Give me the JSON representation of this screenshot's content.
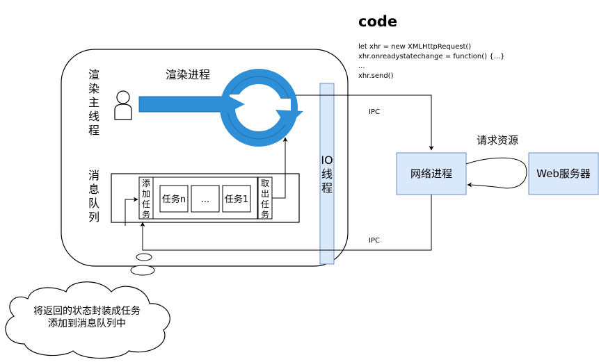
{
  "code": {
    "title": "code",
    "lines": [
      "let xhr = new XMLHttpRequest()",
      "xhr.onreadystatechange = function() {...}",
      "...",
      "xhr.send()"
    ]
  },
  "render_process": {
    "main_thread_label": [
      "渲",
      "染",
      "主",
      "线",
      "程"
    ],
    "render_process_label": "渲染进程",
    "message_queue_label": [
      "消",
      "息",
      "队",
      "列"
    ],
    "add_task_label": [
      "添",
      "加",
      "任",
      "务"
    ],
    "tasks": [
      "任务n",
      "...",
      "任务1"
    ],
    "take_task_label": [
      "取",
      "出",
      "任",
      "务"
    ]
  },
  "io_thread": {
    "label_io": "IO",
    "label_chars": [
      "线",
      "程"
    ]
  },
  "network_process": {
    "label": "网络进程"
  },
  "web_server": {
    "label": "Web服务器"
  },
  "edges": {
    "ipc_top": "IPC",
    "ipc_bottom": "IPC",
    "request_resource": "请求资源"
  },
  "cloud": {
    "lines": [
      "将返回的状态封装成任务",
      "添加到消息队列中"
    ]
  },
  "colors": {
    "blue": "#2f8fd6",
    "blue_light": "#dae8fc",
    "blue_stroke": "#6c8ebf",
    "arrow_fill": "#1f7ecc"
  }
}
